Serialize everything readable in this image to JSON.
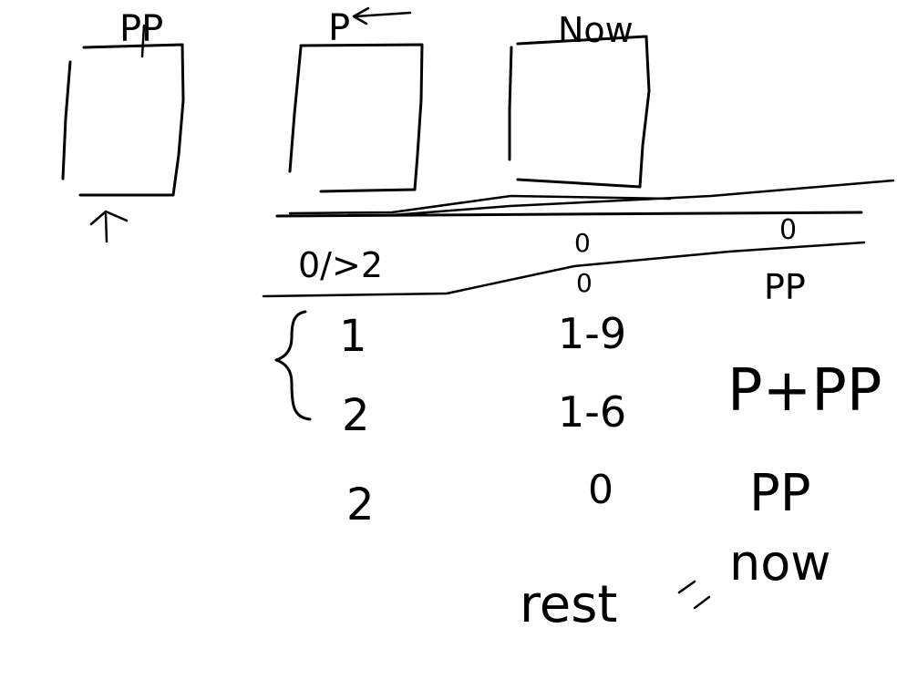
{
  "labels": {
    "box1": "PP",
    "box2": "P",
    "box3": "Now"
  },
  "header": {
    "col_digit": "0/>2",
    "col_ones_top": "0",
    "col_ones_bottom": "0",
    "col_result_top": "0",
    "col_result_bottom": "PP"
  },
  "rows": [
    {
      "digit": "1",
      "ones": "1-9",
      "result": "P+PP"
    },
    {
      "digit": "2",
      "ones": "1-6",
      "result": ""
    },
    {
      "digit": "2",
      "ones": "0",
      "result": "PP"
    }
  ],
  "footer": {
    "label": "rest",
    "value": "now"
  },
  "colors": {
    "ink": "#000000",
    "background": "#ffffff"
  }
}
